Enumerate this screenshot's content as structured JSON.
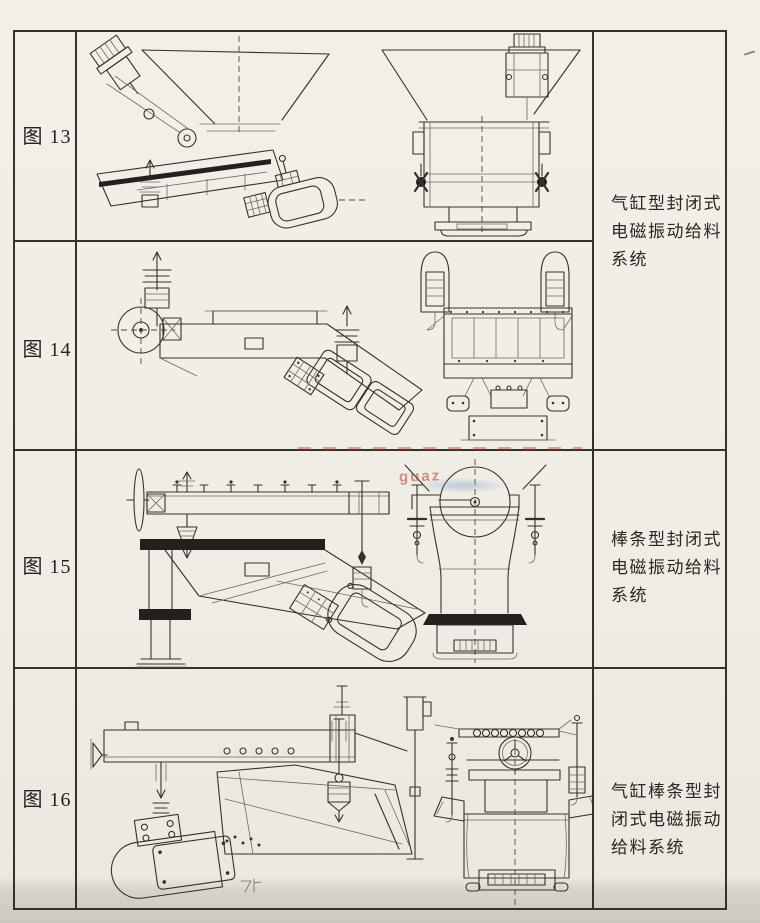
{
  "page": {
    "background_color": "#f0ede6",
    "ink_color": "#35322c",
    "border_color": "#35322c",
    "paper_edge_color": "#cbc8c2"
  },
  "figures": [
    {
      "label": "图 13"
    },
    {
      "label": "图 14"
    },
    {
      "label": "图 15"
    },
    {
      "label": "图 16"
    }
  ],
  "descriptions": [
    {
      "full_text": "气缸型封闭式电磁振动给料系统",
      "lines": [
        "气缸型封闭式",
        "电磁振动给料",
        "系统"
      ]
    },
    {
      "full_text": "棒条型封闭式电磁振动给料系统",
      "lines": [
        "棒条型封闭式",
        "电磁振动给料",
        "系统"
      ]
    },
    {
      "full_text": "气缸棒条型封闭式电磁振动给料系统",
      "lines": [
        "气缸棒条型封",
        "闭式电磁振动",
        "给料系统"
      ]
    }
  ],
  "watermark": {
    "text": "guaz",
    "color": "#b73e2f"
  }
}
